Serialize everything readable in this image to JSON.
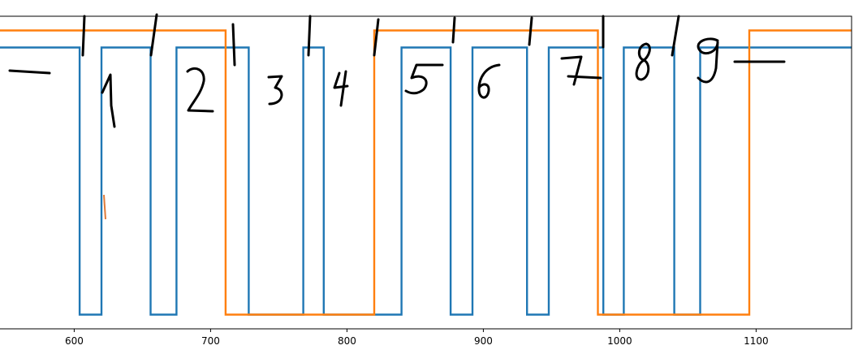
{
  "chart_data": {
    "type": "line",
    "title": "",
    "xlabel": "",
    "ylabel": "",
    "xlim": [
      545,
      1170
    ],
    "ylim": [
      -0.05,
      1.05
    ],
    "xticks": [
      600,
      700,
      800,
      900,
      1000,
      1100
    ],
    "xtick_labels": [
      "600",
      "700",
      "800",
      "900",
      "1000",
      "1100"
    ],
    "grid": false,
    "step": true,
    "series": [
      {
        "color": "#1f77b4",
        "points": [
          [
            545,
            0.94
          ],
          [
            604,
            0.94
          ],
          [
            604,
            0
          ],
          [
            620,
            0
          ],
          [
            620,
            0.94
          ],
          [
            656,
            0.94
          ],
          [
            656,
            0
          ],
          [
            675,
            0
          ],
          [
            675,
            0.94
          ],
          [
            728,
            0.94
          ],
          [
            728,
            0
          ],
          [
            768,
            0
          ],
          [
            768,
            0.94
          ],
          [
            783,
            0.94
          ],
          [
            783,
            0
          ],
          [
            840,
            0
          ],
          [
            840,
            0.94
          ],
          [
            876,
            0.94
          ],
          [
            876,
            0
          ],
          [
            892,
            0
          ],
          [
            892,
            0.94
          ],
          [
            932,
            0.94
          ],
          [
            932,
            0
          ],
          [
            948,
            0
          ],
          [
            948,
            0.94
          ],
          [
            988,
            0.94
          ],
          [
            988,
            0
          ],
          [
            1003,
            0
          ],
          [
            1003,
            0.94
          ],
          [
            1040,
            0.94
          ],
          [
            1040,
            0
          ],
          [
            1059,
            0
          ],
          [
            1059,
            0.94
          ],
          [
            1170,
            0.94
          ]
        ]
      },
      {
        "color": "#ff7f0e",
        "points": [
          [
            545,
            1.0
          ],
          [
            711,
            1.0
          ],
          [
            711,
            0
          ],
          [
            820,
            0
          ],
          [
            820,
            1.0
          ],
          [
            984,
            1.0
          ],
          [
            984,
            0
          ],
          [
            1095,
            0
          ],
          [
            1095,
            1.0
          ],
          [
            1170,
            1.0
          ]
        ]
      }
    ],
    "annotations": [
      "1",
      "2",
      "3",
      "4",
      "5",
      "6",
      "7",
      "8",
      "9"
    ]
  }
}
